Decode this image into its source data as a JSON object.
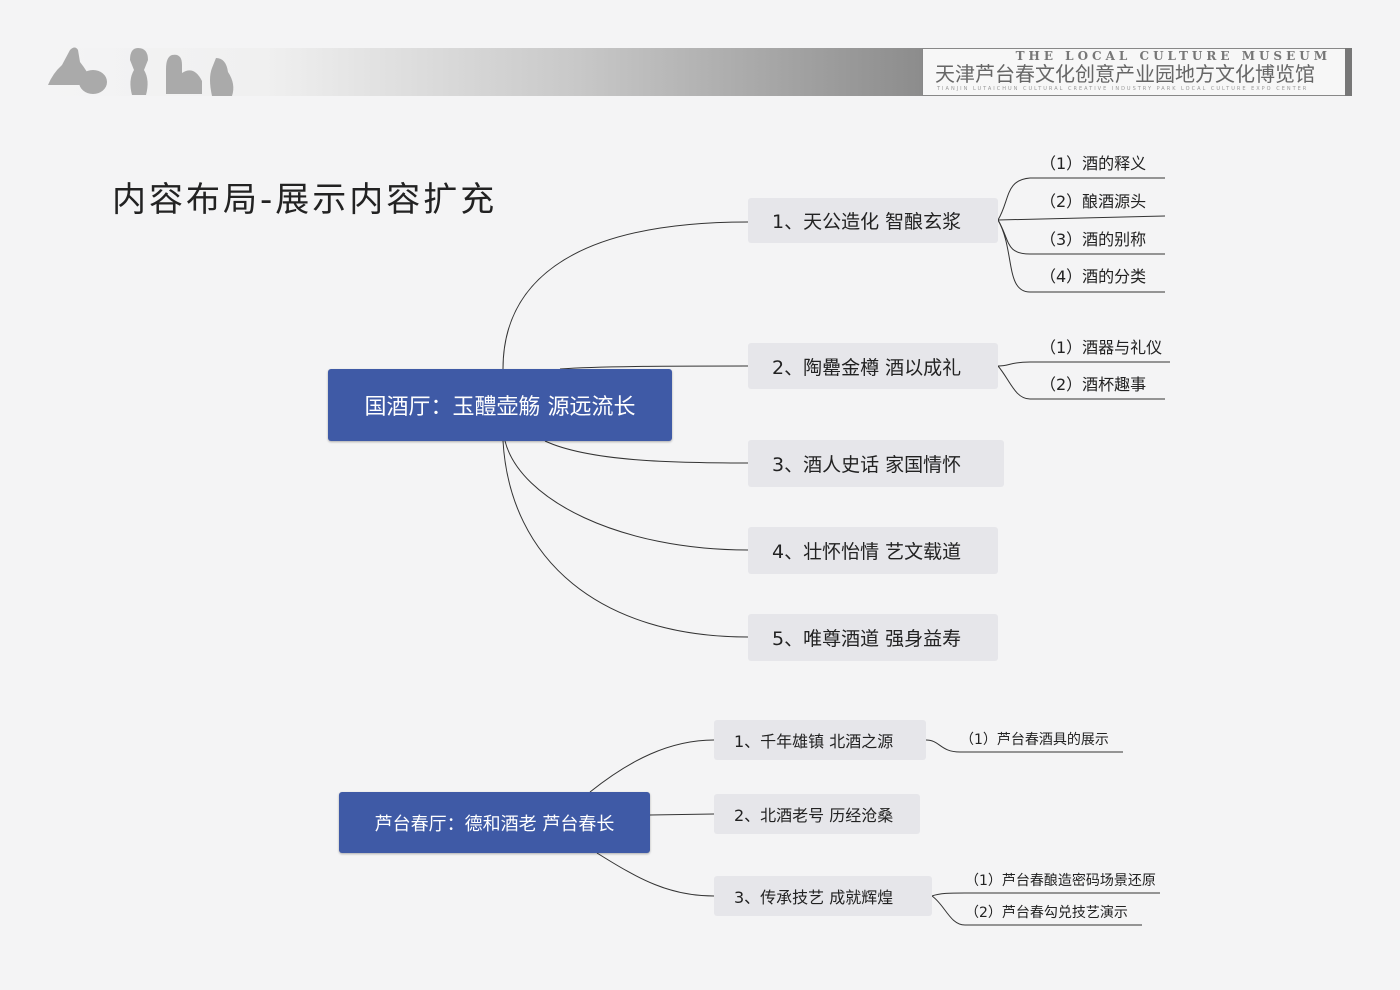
{
  "header": {
    "museum_en": "THE LOCAL CULTURE MUSEUM",
    "museum_cn": "天津芦台春文化创意产业园地方文化博览馆",
    "museum_pinyin": "TIANJIN LUTAICHUN CULTURAL CREATIVE INDUSTRY PARK LOCAL CULTURE EXPO CENTER"
  },
  "page_title": "内容布局-展示内容扩充",
  "map1": {
    "root": "国酒厅：玉醴壶觞  源远流长",
    "children": [
      {
        "label": "1、天公造化  智酿玄浆",
        "subs": [
          "（1）酒的释义",
          "（2）酿酒源头",
          "（3）酒的别称",
          "（4）酒的分类"
        ]
      },
      {
        "label": "2、陶罍金樽  酒以成礼",
        "subs": [
          "（1）酒器与礼仪",
          "（2）酒杯趣事"
        ]
      },
      {
        "label": "3、酒人史话  家国情怀"
      },
      {
        "label": "4、壮怀怡情  艺文载道"
      },
      {
        "label": "5、唯尊酒道  强身益寿"
      }
    ]
  },
  "map2": {
    "root": "芦台春厅：德和酒老  芦台春长",
    "children": [
      {
        "label": "1、千年雄镇  北酒之源",
        "subs": [
          "（1）芦台春酒具的展示"
        ]
      },
      {
        "label": "2、北酒老号 历经沧桑"
      },
      {
        "label": "3、传承技艺  成就辉煌",
        "subs": [
          "（1）芦台春酿造密码场景还原",
          "（2）芦台春勾兑技艺演示"
        ]
      }
    ]
  },
  "colors": {
    "root": "#3f5aa6",
    "node": "#e6e6ea"
  }
}
